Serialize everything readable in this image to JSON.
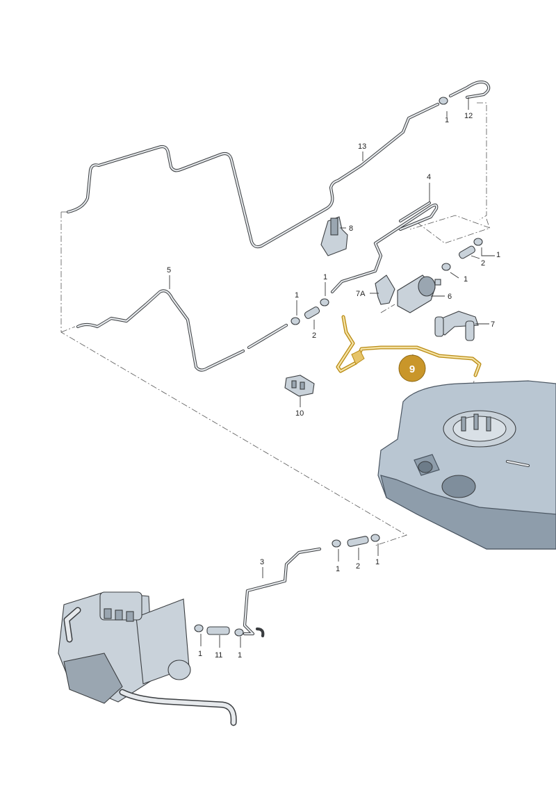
{
  "diagram": {
    "callouts": {
      "c1_top": "1",
      "c12": "12",
      "c13": "13",
      "c4": "4",
      "c8": "8",
      "c1_r1": "1",
      "c2_r": "2",
      "c1_r2": "1",
      "c6": "6",
      "c7A": "7A",
      "c7": "7",
      "c5": "5",
      "c1_m1": "1",
      "c1_m2": "1",
      "c2_m": "2",
      "c9": "9",
      "c10": "10",
      "c3": "3",
      "c1_b1": "1",
      "c2_b": "2",
      "c1_b2": "1",
      "c1_bl1": "1",
      "c11": "11",
      "c1_bl2": "1"
    },
    "highlight_color": "#c9962a"
  }
}
